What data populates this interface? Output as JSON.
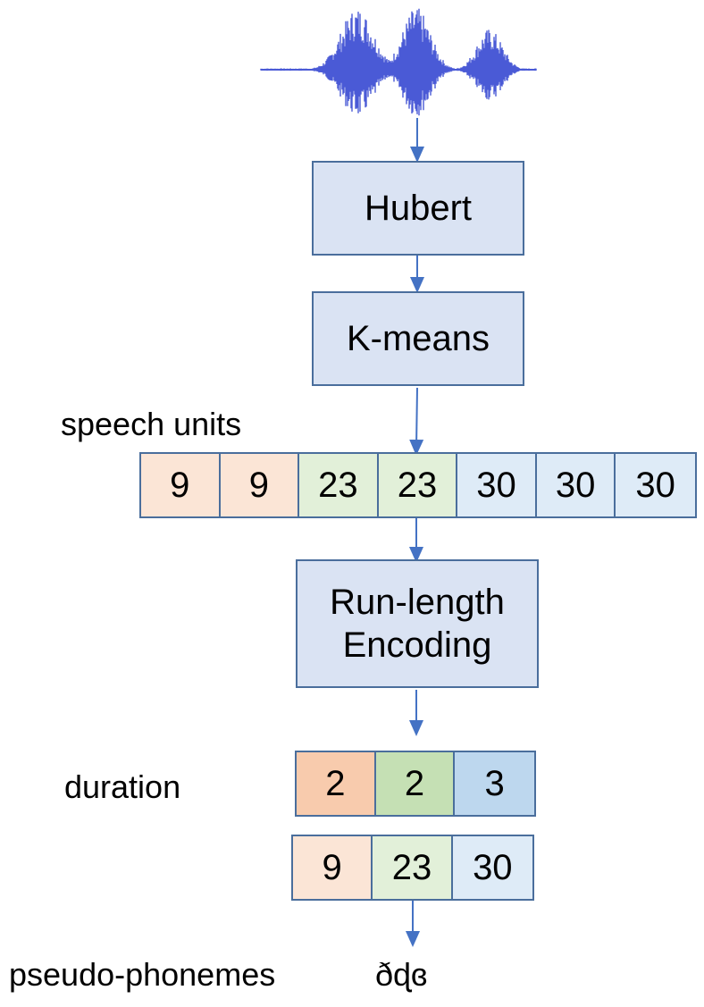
{
  "boxes": {
    "hubert": "Hubert",
    "kmeans": "K-means",
    "rle_line1": "Run-length",
    "rle_line2": "Encoding"
  },
  "labels": {
    "speech_units": "speech units",
    "duration": "duration",
    "pseudo_phonemes": "pseudo-phonemes",
    "phoneme_text": "ðɖɞ"
  },
  "speech_units": [
    {
      "value": "9",
      "color": "#fbe5d6"
    },
    {
      "value": "9",
      "color": "#fbe5d6"
    },
    {
      "value": "23",
      "color": "#e2f0d9"
    },
    {
      "value": "23",
      "color": "#e2f0d9"
    },
    {
      "value": "30",
      "color": "#deebf7"
    },
    {
      "value": "30",
      "color": "#deebf7"
    },
    {
      "value": "30",
      "color": "#deebf7"
    }
  ],
  "durations": [
    {
      "value": "2",
      "color": "#f8cbad"
    },
    {
      "value": "2",
      "color": "#c5e0b4"
    },
    {
      "value": "3",
      "color": "#bdd7ee"
    }
  ],
  "deduped_units": [
    {
      "value": "9",
      "color": "#fbe5d6"
    },
    {
      "value": "23",
      "color": "#e2f0d9"
    },
    {
      "value": "30",
      "color": "#deebf7"
    }
  ],
  "colors": {
    "box_fill": "#dae3f3",
    "box_border": "#4a6e9c",
    "arrow": "#4472c4",
    "waveform": "#4a5ad6"
  }
}
